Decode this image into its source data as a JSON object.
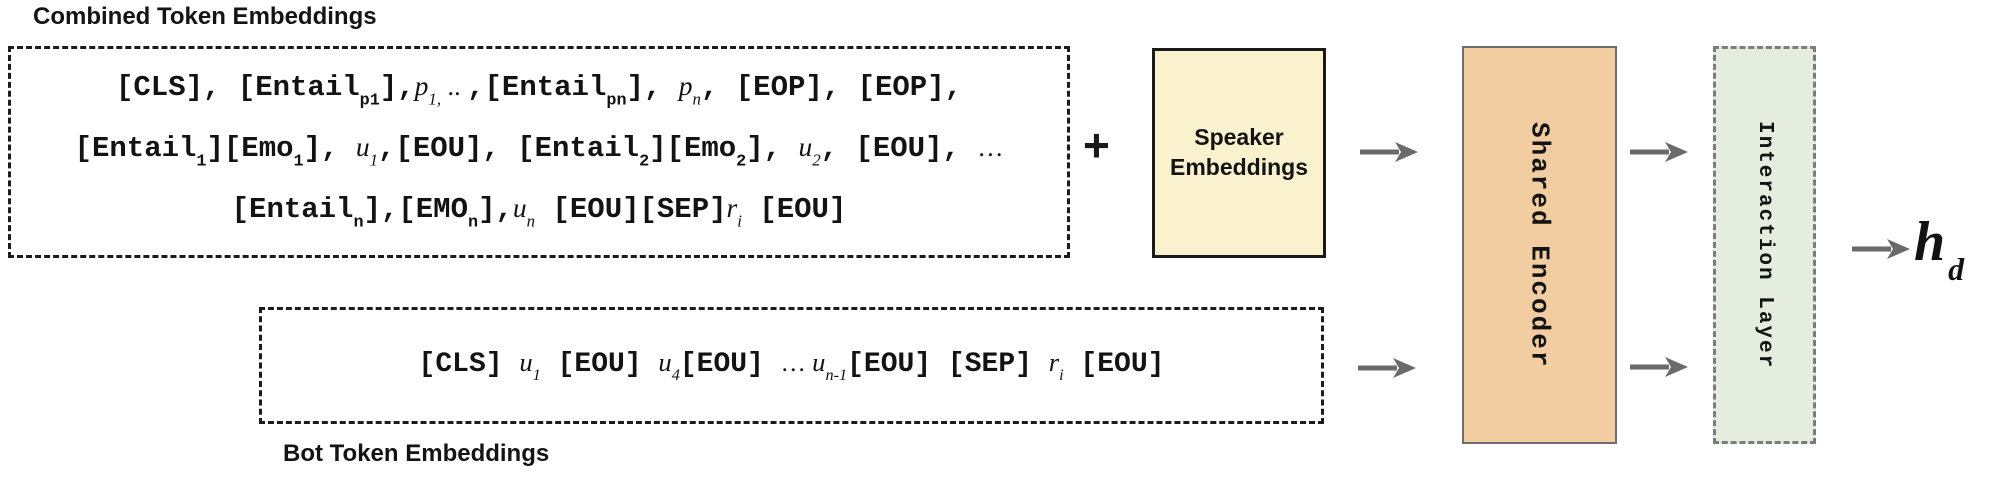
{
  "labels": {
    "combined": "Combined Token Embeddings",
    "bot": "Bot Token Embeddings",
    "plus": "+",
    "speaker": "Speaker Embeddings",
    "shared_encoder": "Shared Encoder",
    "interaction_layer": "Interaction Layer",
    "output_var": "h",
    "output_sub": "d"
  },
  "colors": {
    "speaker_fill": "#faf1cf",
    "encoder_fill": "#f2cda2",
    "interaction_fill": "#e4edde",
    "arrow": "#6a6a6a"
  },
  "combined_box": {
    "line1": [
      [
        "m",
        "[CLS], [Entail"
      ],
      [
        "ms",
        "p1"
      ],
      [
        "m",
        "],"
      ],
      [
        "v",
        "p"
      ],
      [
        "vs",
        "1,"
      ],
      [
        "d",
        " .. "
      ],
      [
        "m",
        ",[Entail"
      ],
      [
        "ms",
        "pn"
      ],
      [
        "m",
        "], "
      ],
      [
        "v",
        "p"
      ],
      [
        "vs",
        "n"
      ],
      [
        "m",
        ", [EOP], [EOP],"
      ]
    ],
    "line2": [
      [
        "m",
        "[Entail"
      ],
      [
        "ms",
        "1"
      ],
      [
        "m",
        "][Emo"
      ],
      [
        "ms",
        "1"
      ],
      [
        "m",
        "], "
      ],
      [
        "v",
        "u"
      ],
      [
        "vs",
        "1"
      ],
      [
        "m",
        ",[EOU], [Entail"
      ],
      [
        "ms",
        "2"
      ],
      [
        "m",
        "][Emo"
      ],
      [
        "ms",
        "2"
      ],
      [
        "m",
        "], "
      ],
      [
        "v",
        "u"
      ],
      [
        "vs",
        "2"
      ],
      [
        "m",
        ", [EOU], "
      ],
      [
        "d",
        "…"
      ]
    ],
    "line3": [
      [
        "m",
        "[Entail"
      ],
      [
        "ms",
        "n"
      ],
      [
        "m",
        "],[EMO"
      ],
      [
        "ms",
        "n"
      ],
      [
        "m",
        "],"
      ],
      [
        "v",
        "u"
      ],
      [
        "vs",
        "n"
      ],
      [
        "m",
        " [EOU][SEP]"
      ],
      [
        "v",
        "r"
      ],
      [
        "vs",
        "i"
      ],
      [
        "m",
        " [EOU]"
      ]
    ]
  },
  "bot_box": {
    "line1": [
      [
        "m",
        "[CLS] "
      ],
      [
        "v",
        "u"
      ],
      [
        "vs",
        "1"
      ],
      [
        "m",
        " [EOU] "
      ],
      [
        "v",
        "u"
      ],
      [
        "vs",
        "4"
      ],
      [
        "m",
        "[EOU] "
      ],
      [
        "d",
        "… "
      ],
      [
        "v",
        "u"
      ],
      [
        "vs",
        "n-1"
      ],
      [
        "m",
        "[EOU] [SEP] "
      ],
      [
        "v",
        "r"
      ],
      [
        "vs",
        "i"
      ],
      [
        "m",
        " [EOU]"
      ]
    ]
  }
}
